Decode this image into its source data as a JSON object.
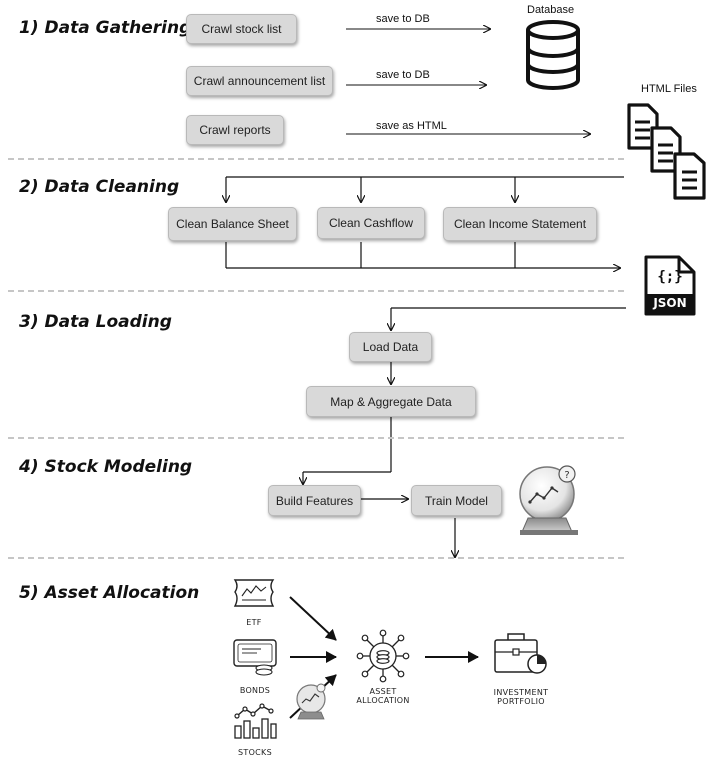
{
  "sections": [
    {
      "title": "1) Data Gathering"
    },
    {
      "title": "2) Data Cleaning"
    },
    {
      "title": "3) Data Loading"
    },
    {
      "title": "4) Stock Modeling"
    },
    {
      "title": "5) Asset Allocation"
    }
  ],
  "gathering": {
    "steps": [
      "Crawl stock list",
      "Crawl announcement list",
      "Crawl reports"
    ],
    "edge_labels": [
      "save to DB",
      "save to DB",
      "save as HTML"
    ],
    "database_label": "Database",
    "html_files_label": "HTML Files"
  },
  "cleaning": {
    "steps": [
      "Clean Balance Sheet",
      "Clean Cashflow",
      "Clean Income Statement"
    ],
    "json_label": "JSON"
  },
  "loading": {
    "steps": [
      "Load Data",
      "Map & Aggregate Data"
    ]
  },
  "modeling": {
    "steps": [
      "Build Features",
      "Train Model"
    ]
  },
  "allocation": {
    "inputs": [
      "ETF",
      "BONDS",
      "STOCKS"
    ],
    "hub_label": [
      "ASSET",
      "ALLOCATION"
    ],
    "output_label": [
      "INVESTMENT",
      "PORTFOLIO"
    ]
  },
  "icons": [
    "database-icon",
    "html-files-icon",
    "json-file-icon",
    "crystal-ball-icon",
    "etf-icon",
    "bonds-icon",
    "stocks-icon",
    "asset-allocation-icon",
    "portfolio-icon"
  ]
}
